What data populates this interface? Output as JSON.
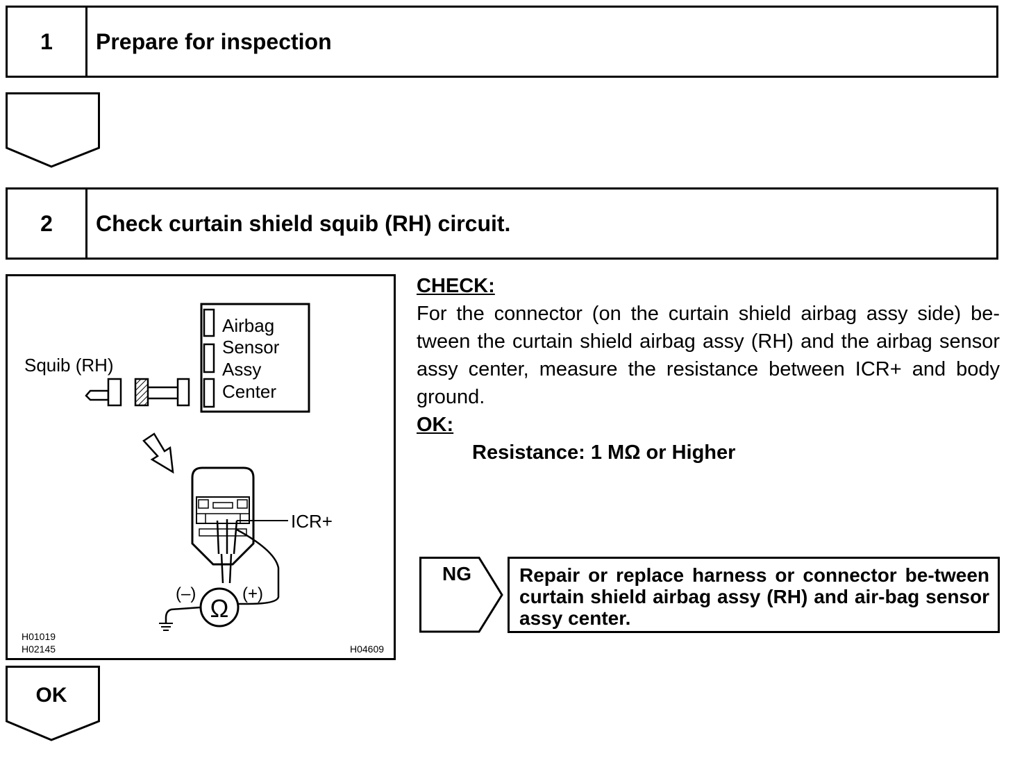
{
  "steps": [
    {
      "number": "1",
      "title": "Prepare for inspection"
    },
    {
      "number": "2",
      "title": "Check curtain shield squib (RH) circuit."
    }
  ],
  "diagram": {
    "squib_label": "Squib (RH)",
    "sensor_line1": "Airbag",
    "sensor_line2": "Sensor",
    "sensor_line3": "Assy",
    "sensor_line4": "Center",
    "terminal_label": "ICR+",
    "minus_label": "(–)",
    "plus_label": "(+)",
    "ohm_symbol": "Ω",
    "code1": "H01019",
    "code2": "H02145",
    "code3": "H04609"
  },
  "check": {
    "heading": "CHECK:",
    "text": "For the connector (on the curtain shield airbag assy side) be-tween the curtain shield airbag assy (RH) and the airbag sensor assy center, measure the resistance between ICR+ and body ground.",
    "ok_heading": "OK:",
    "spec": "Resistance: 1 MΩ or Higher"
  },
  "ng": {
    "label": "NG",
    "result": "Repair or replace harness or connector be-tween curtain shield airbag assy (RH) and air-bag sensor assy center."
  },
  "ok_label": "OK"
}
